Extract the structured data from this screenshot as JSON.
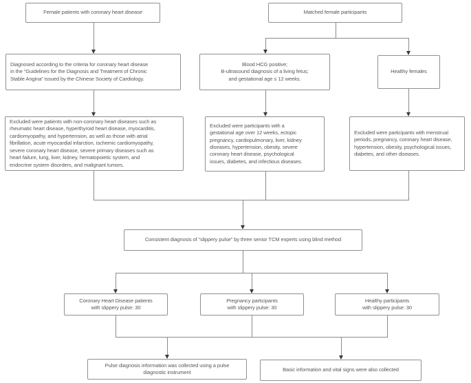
{
  "nodes": {
    "chd_source": "Female patients with coronary heart disease",
    "matched_source": "Matched female participants",
    "chd_criteria": "Diagnosed according to the criteria for coronary heart disease\nin the “Guidelines for the Diagnosis and Treatment of Chronic\nStable Angina” issued by the Chinese Society of Cardiology.",
    "pregnancy_criteria": "Blood HCG positive;\nB-ultrasound diagnosis of a living fetus;\nand gestational age ≤ 12 weeks.",
    "healthy_source": "Healthy females",
    "chd_exclusion": "Excluded were patients with non-coronary heart diseases such as\nrheumatic heart disease, hyperthyroid heart disease, myocarditis,\ncardiomyopathy, and hypertension, as well as those with atrial\nfibrillation, acute myocardial infarction, ischemic cardiomyopathy,\nsevere coronary heart disease, severe primary diseases such as\nheart failure, lung, liver, kidney, hematopoietic system, and\nendocrine system disorders, and malignant tumors.",
    "pregnancy_exclusion": "Excluded were participants with a\ngestational age over 12 weeks, ectopic\npregnancy, cardiopulmonary, liver, kidney\ndiseases, hypertension, obesity, severe\ncoronary heart disease, psychological\nissues, diabetes, and infectious diseases.",
    "healthy_exclusion": "Excluded were participants with menstrual\nperiods, pregnancy, coronary heart disease,\nhypertension, obesity, psychological issues,\ndiabetes, and other diseases.",
    "diagnosis": "Consistent diagnosis of “slippery pulse” by three senior TCM experts using blind method",
    "chd_group": "Coronary Heart Disease patients\nwith slippery pulse: 30",
    "pregnancy_group": "Pregnancy participants\nwith slippery pulse: 30",
    "healthy_group": "Healthy participants\nwith slippery pulse: 30",
    "pulse_collection": "Pulse diagnosis information was collected using a pulse\ndiagnostic instrument",
    "basic_collection": "Basic information and vital signs were also collected"
  },
  "colors": {
    "box_border": "#8f8f8f",
    "text": "#595959",
    "connector_line": "#8a8a8a",
    "arrowhead": "#3a3a3a",
    "background": "#ffffff"
  }
}
